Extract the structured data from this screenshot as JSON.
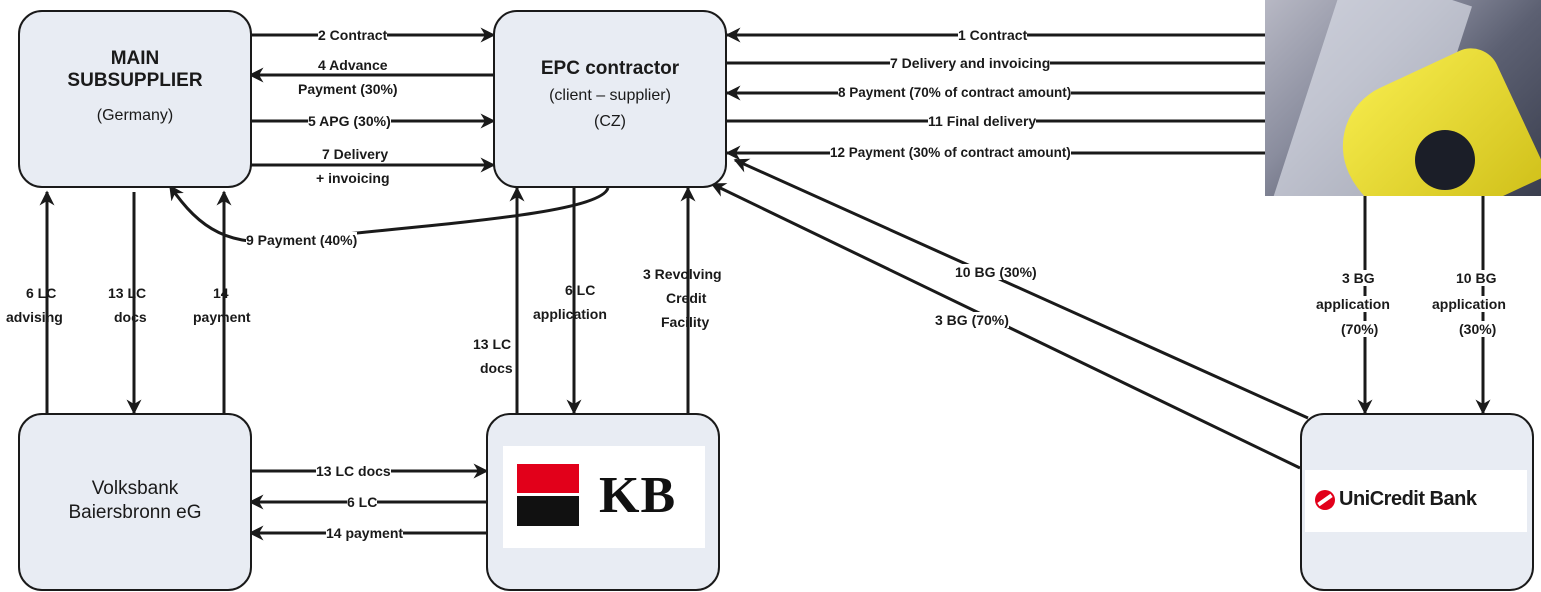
{
  "nodes": {
    "main_subsupplier": {
      "line1": "MAIN",
      "line2": "SUBSUPPLIER",
      "line3": "(Germany)"
    },
    "epc": {
      "line1": "EPC contractor",
      "line2": "(client – supplier)",
      "line3": "(CZ)"
    },
    "volksbank": {
      "line1": "Volksbank",
      "line2": "Baiersbronn eG"
    },
    "kb": {
      "logo_text": "KB"
    },
    "unicredit": {
      "logo_text": "UniCredit Bank"
    }
  },
  "flows": {
    "f1": "1 Contract",
    "f7d": "7 Delivery and invoicing",
    "f8": "8 Payment (70% of contract amount)",
    "f11": "11 Final delivery",
    "f12": "12 Payment (30% of contract amount)",
    "f2": "2 Contract",
    "f4a": "4 Advance",
    "f4b": "Payment (30%)",
    "f5": "5 APG (30%)",
    "f7a": "7 Delivery",
    "f7b": "+ invoicing",
    "f9": "9 Payment (40%)",
    "f6lc_a": "6 LC",
    "f6lc_b": "advising",
    "f13_a": "13 LC",
    "f13_b": "docs",
    "f14_a": "14",
    "f14_b": "payment",
    "f13kb_a": "13 LC",
    "f13kb_b": "docs",
    "f6app_a": "6 LC",
    "f6app_b": "application",
    "f3rev_a": "3 Revolving",
    "f3rev_b": "Credit",
    "f3rev_c": "Facility",
    "f10bg": "10 BG (30%)",
    "f3bg": "3 BG (70%)",
    "f3bga_a": "3 BG",
    "f3bga_b": "application",
    "f3bga_c": "(70%)",
    "f10bga_a": "10 BG",
    "f10bga_b": "application",
    "f10bga_c": "(30%)",
    "fv13": "13 LC docs",
    "fv6": "6 LC",
    "fv14": "14 payment"
  },
  "colors": {
    "box_fill": "#e8ecf3",
    "stroke": "#1a1a1a",
    "kb_red": "#e2001a",
    "unicredit_red": "#e2001a"
  }
}
